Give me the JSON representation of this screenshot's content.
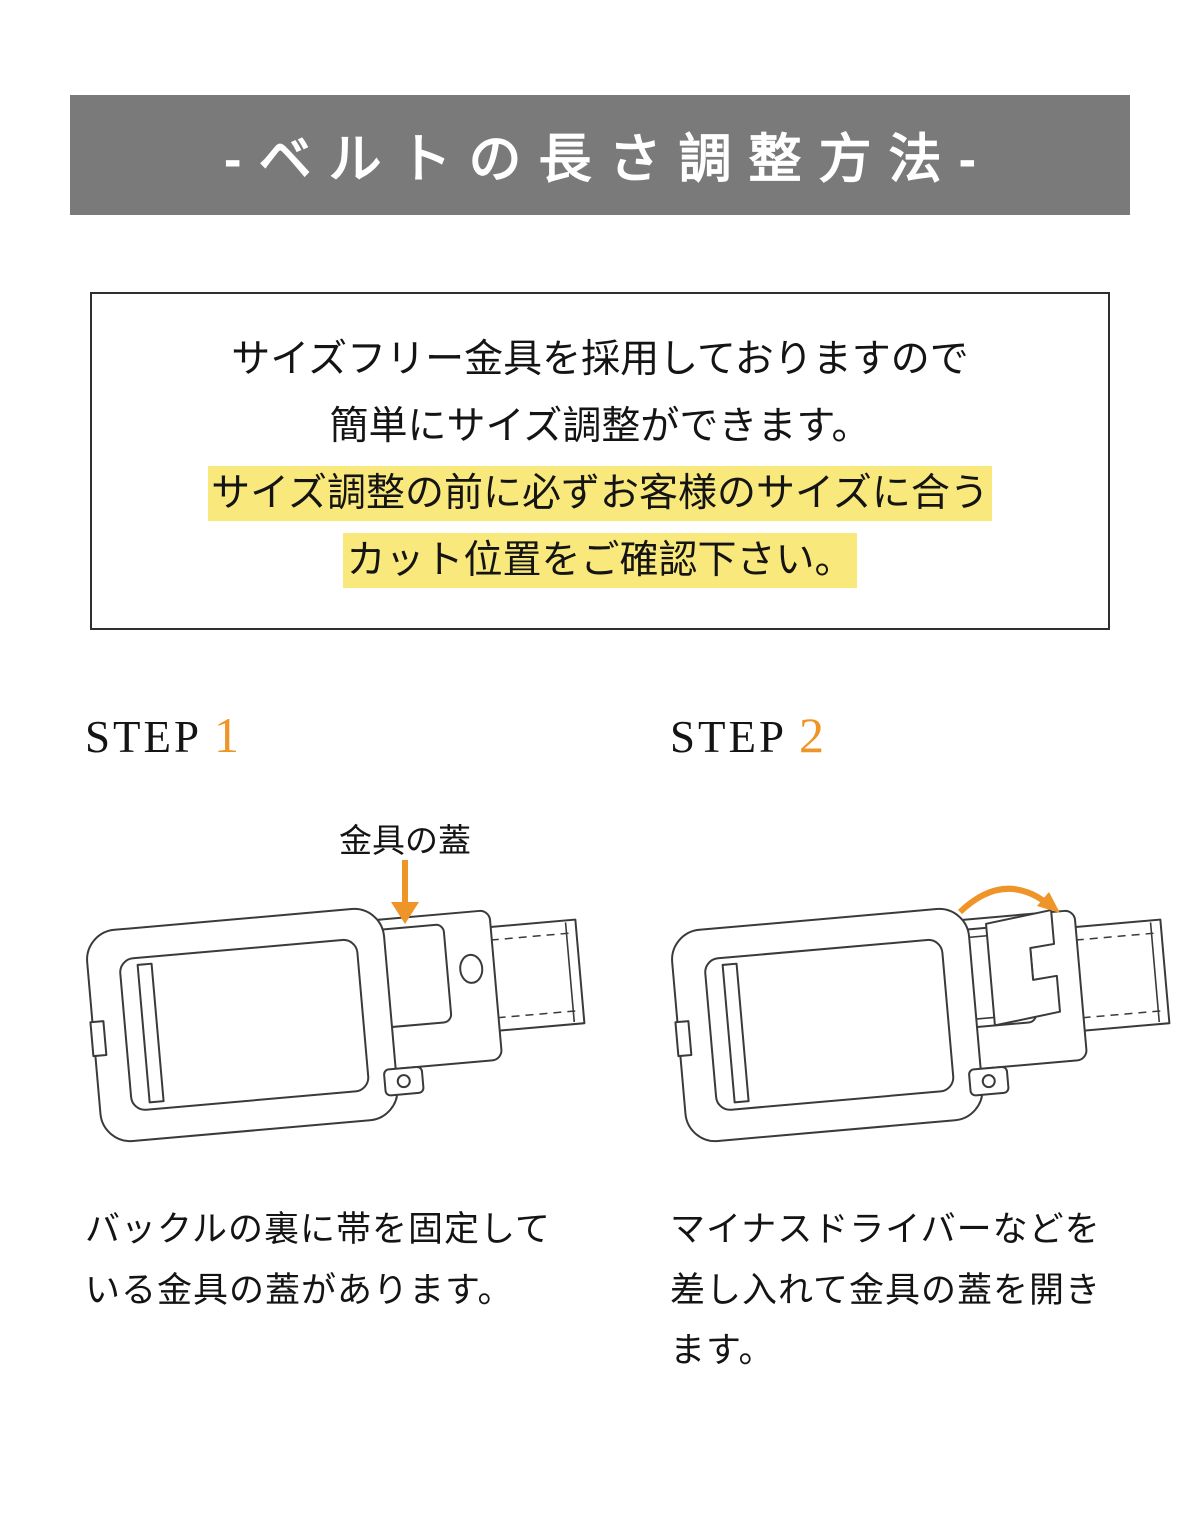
{
  "banner": {
    "title": "-ベルトの長さ調整方法-",
    "bg_color": "#7a7a7a",
    "text_color": "#ffffff"
  },
  "intro": {
    "line1": "サイズフリー金具を採用しておりますので",
    "line2": "簡単にサイズ調整ができます。",
    "line3": "サイズ調整の前に必ずお客様のサイズに合う",
    "line4": "カット位置をご確認下さい。",
    "highlight_color": "#f9e97c"
  },
  "steps": [
    {
      "label": "STEP",
      "number": "1",
      "annotation": "金具の蓋",
      "caption": "バックルの裏に帯を固定している金具の蓋があります。"
    },
    {
      "label": "STEP",
      "number": "2",
      "caption": "マイナスドライバーなどを差し入れて金具の蓋を開きます。"
    }
  ],
  "accent_color": "#ef9428"
}
